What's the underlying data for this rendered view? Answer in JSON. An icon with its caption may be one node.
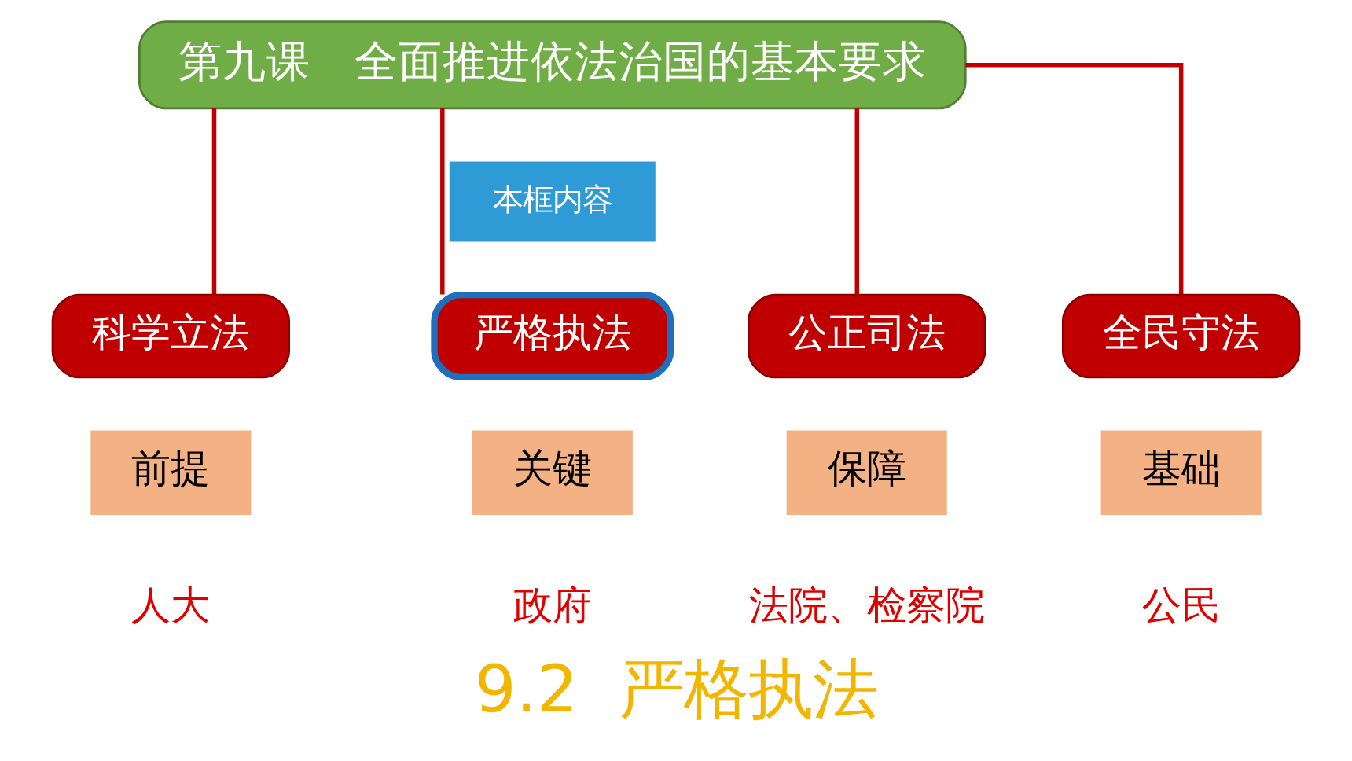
{
  "diagram": {
    "caption": "9.2  严格执法",
    "nodes": [
      {
        "text": [
          "第九课　全面推进依法治国的基本要求"
        ]
      },
      {
        "text": [
          "科学立法"
        ]
      },
      {
        "text": [
          "严格执法"
        ]
      },
      {
        "text": [
          "公正司法"
        ]
      },
      {
        "text": [
          "全民守法"
        ]
      },
      {
        "text": [
          "本框内容"
        ]
      },
      {
        "text": [
          "前提"
        ]
      },
      {
        "text": [
          "关键"
        ]
      },
      {
        "text": [
          "保障"
        ]
      },
      {
        "text": [
          "基础"
        ]
      }
    ],
    "edges": [
      {
        "from": 0,
        "to": 1,
        "arrow": "none"
      },
      {
        "from": 0,
        "to": 2,
        "arrow": "none"
      },
      {
        "from": 0,
        "to": 3,
        "arrow": "none"
      },
      {
        "from": 0,
        "to": 4,
        "arrow": "none"
      }
    ],
    "labels": [
      "人大",
      "政府",
      "法院、检察院",
      "公民"
    ]
  }
}
